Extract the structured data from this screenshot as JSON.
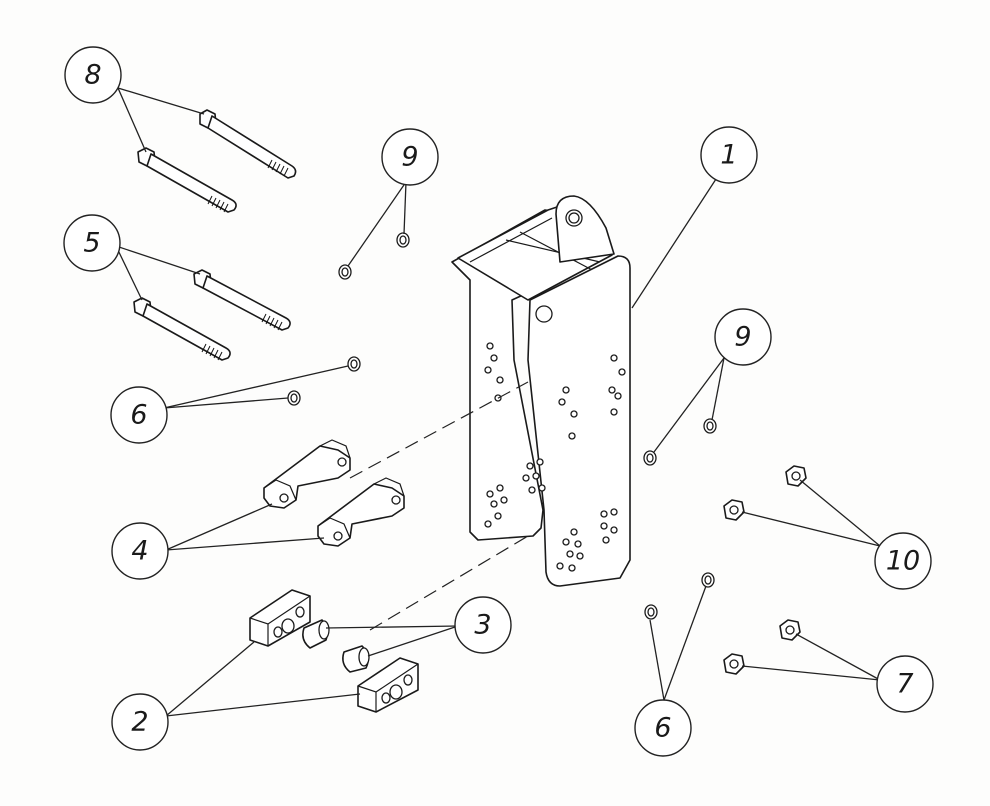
{
  "callouts": [
    {
      "id": "c8",
      "label": "8"
    },
    {
      "id": "c9a",
      "label": "9"
    },
    {
      "id": "c1",
      "label": "1"
    },
    {
      "id": "c5",
      "label": "5"
    },
    {
      "id": "c9b",
      "label": "9"
    },
    {
      "id": "c6a",
      "label": "6"
    },
    {
      "id": "c4",
      "label": "4"
    },
    {
      "id": "c10",
      "label": "10"
    },
    {
      "id": "c3",
      "label": "3"
    },
    {
      "id": "c7",
      "label": "7"
    },
    {
      "id": "c2",
      "label": "2"
    },
    {
      "id": "c6b",
      "label": "6"
    }
  ]
}
